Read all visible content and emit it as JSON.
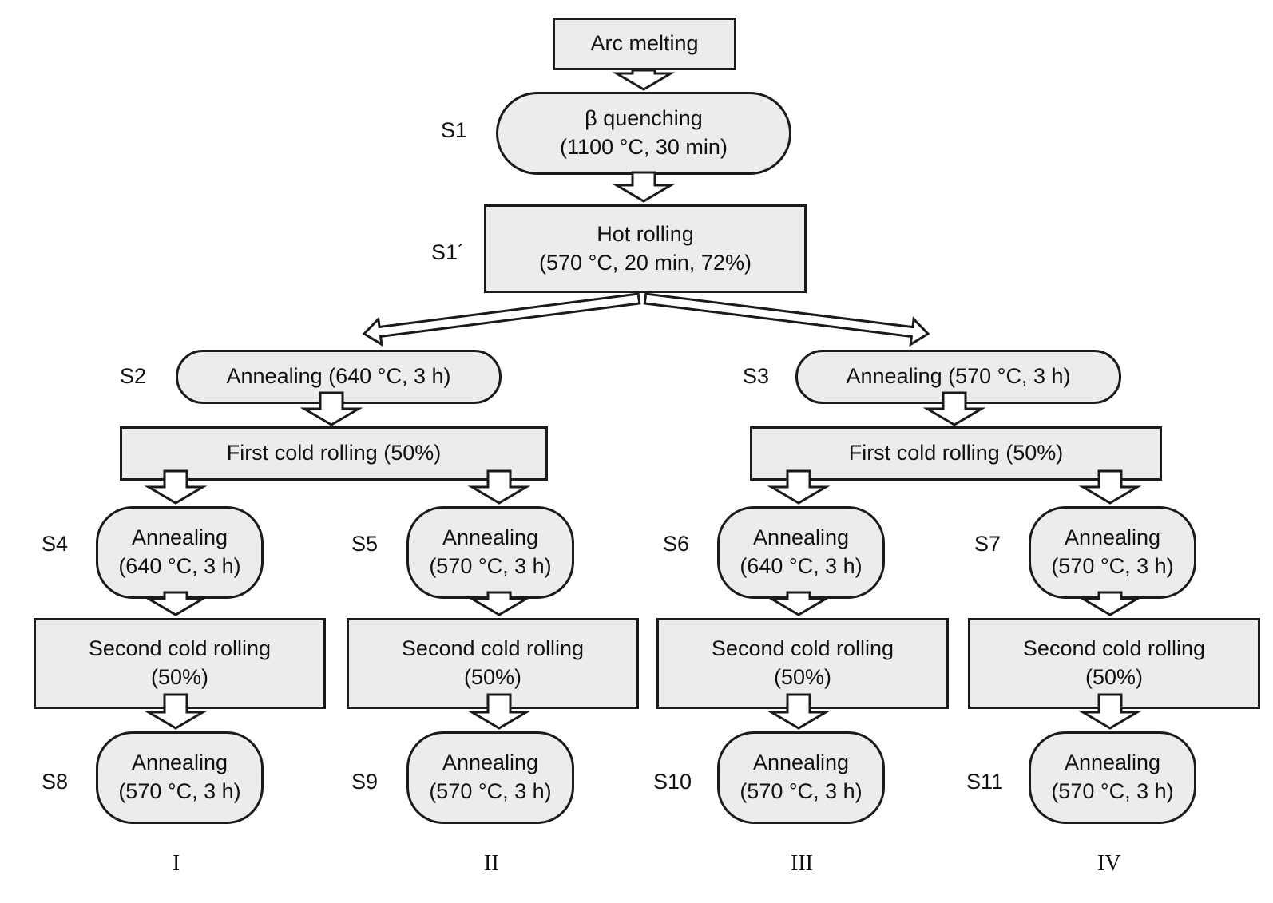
{
  "nodes": {
    "arc": {
      "line1": "Arc melting"
    },
    "s1": {
      "line1": "β quenching",
      "line2": "(1100 °C, 30 min)"
    },
    "hot": {
      "line1": "Hot rolling",
      "line2": "(570 °C, 20 min, 72%)"
    },
    "s2": {
      "line1": "Annealing (640 °C, 3 h)"
    },
    "s3": {
      "line1": "Annealing (570 °C, 3 h)"
    },
    "cold1_left": {
      "line1": "First cold rolling (50%)"
    },
    "cold1_right": {
      "line1": "First cold rolling (50%)"
    },
    "s4": {
      "line1": "Annealing",
      "line2": "(640 °C, 3 h)"
    },
    "s5": {
      "line1": "Annealing",
      "line2": "(570 °C, 3 h)"
    },
    "s6": {
      "line1": "Annealing",
      "line2": "(640 °C, 3 h)"
    },
    "s7": {
      "line1": "Annealing",
      "line2": "(570 °C, 3 h)"
    },
    "cold2_1": {
      "line1": "Second cold rolling",
      "line2": "(50%)"
    },
    "cold2_2": {
      "line1": "Second cold rolling",
      "line2": "(50%)"
    },
    "cold2_3": {
      "line1": "Second cold rolling",
      "line2": "(50%)"
    },
    "cold2_4": {
      "line1": "Second cold rolling",
      "line2": "(50%)"
    },
    "s8": {
      "line1": "Annealing",
      "line2": "(570 °C, 3 h)"
    },
    "s9": {
      "line1": "Annealing",
      "line2": "(570 °C, 3 h)"
    },
    "s10": {
      "line1": "Annealing",
      "line2": "(570 °C, 3 h)"
    },
    "s11": {
      "line1": "Annealing",
      "line2": "(570 °C, 3 h)"
    }
  },
  "labels": {
    "s1": "S1",
    "s1p": "S1´",
    "s2": "S2",
    "s3": "S3",
    "s4": "S4",
    "s5": "S5",
    "s6": "S6",
    "s7": "S7",
    "s8": "S8",
    "s9": "S9",
    "s10": "S10",
    "s11": "S11"
  },
  "routes": [
    "I",
    "II",
    "III",
    "IV"
  ]
}
